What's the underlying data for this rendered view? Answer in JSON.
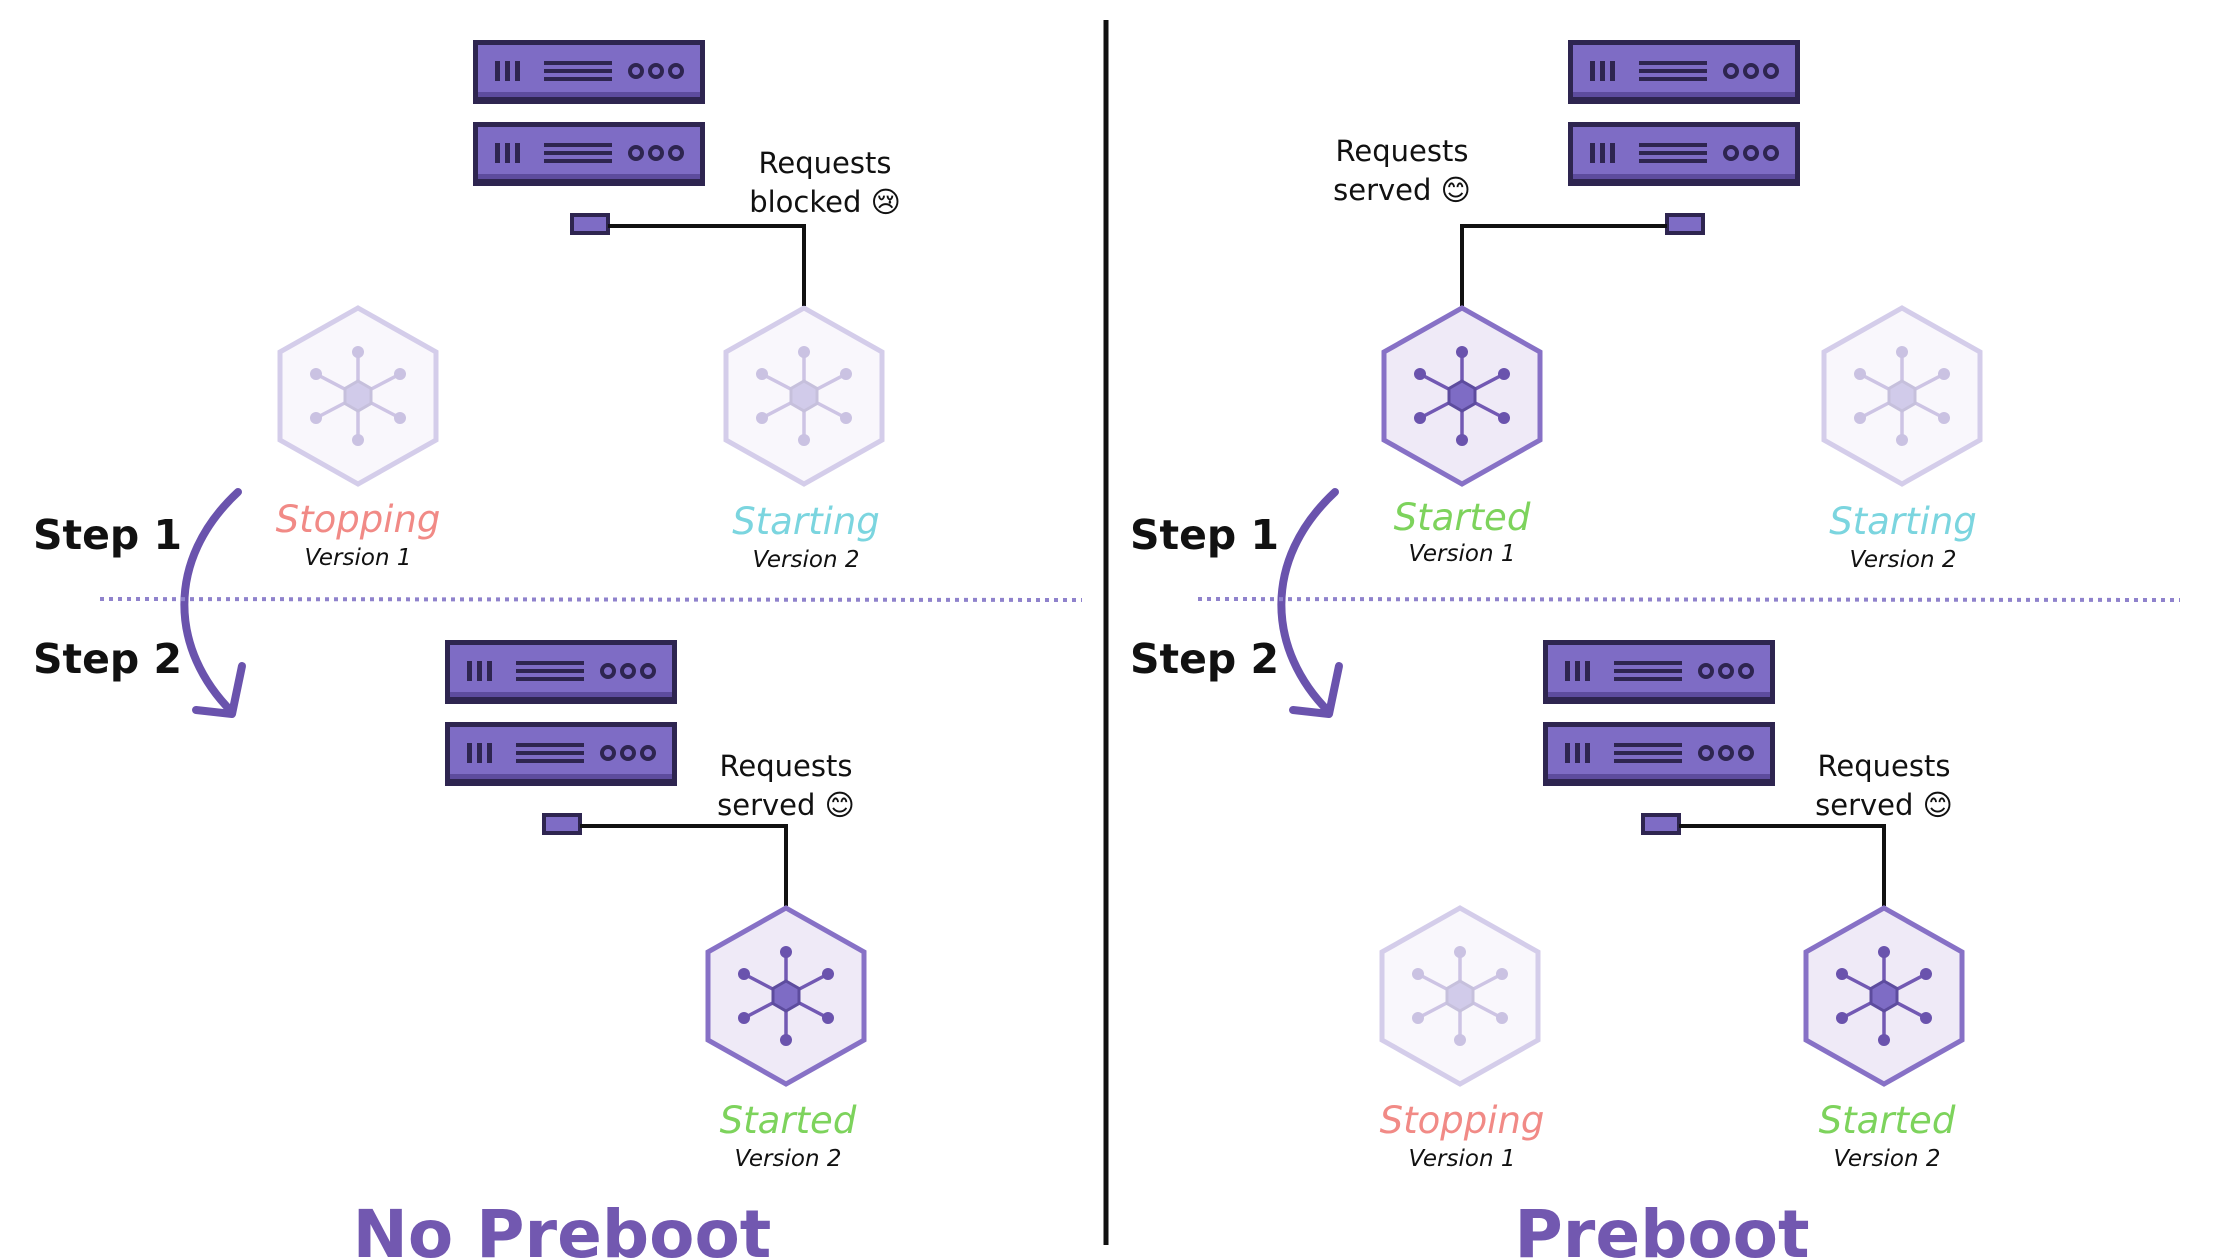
{
  "colors": {
    "purple_dark": "#2e2550",
    "purple_fill": "#7e6cc5",
    "purple_mid": "#8771c6",
    "hex_fill": "#efeaf7",
    "stopping": "#f18a86",
    "starting": "#7bd5df",
    "started": "#7dd35c",
    "divider": "#111111",
    "step_divider": "#8f82cc"
  },
  "left_panel": {
    "title": "No Preboot",
    "step1": {
      "label": "Step 1",
      "requests": {
        "line1": "Requests",
        "line2": "blocked 😢"
      },
      "nodes": [
        {
          "state": "Stopping",
          "version": "Version 1",
          "faded": true
        },
        {
          "state": "Starting",
          "version": "Version 2",
          "faded": true
        }
      ]
    },
    "step2": {
      "label": "Step 2",
      "requests": {
        "line1": "Requests",
        "line2": "served 😊"
      },
      "nodes": [
        {
          "state": "Started",
          "version": "Version 2",
          "faded": false
        }
      ]
    }
  },
  "right_panel": {
    "title": "Preboot",
    "step1": {
      "label": "Step 1",
      "requests": {
        "line1": "Requests",
        "line2": "served 😊"
      },
      "nodes": [
        {
          "state": "Started",
          "version": "Version 1",
          "faded": false
        },
        {
          "state": "Starting",
          "version": "Version 2",
          "faded": true
        }
      ]
    },
    "step2": {
      "label": "Step 2",
      "requests": {
        "line1": "Requests",
        "line2": "served 😊"
      },
      "nodes": [
        {
          "state": "Stopping",
          "version": "Version 1",
          "faded": true
        },
        {
          "state": "Started",
          "version": "Version 2",
          "faded": false
        }
      ]
    }
  },
  "icons": {
    "server": "server-rack-icon",
    "node": "hexagon-network-node-icon",
    "step_arrow": "curved-arrow-down-icon"
  }
}
